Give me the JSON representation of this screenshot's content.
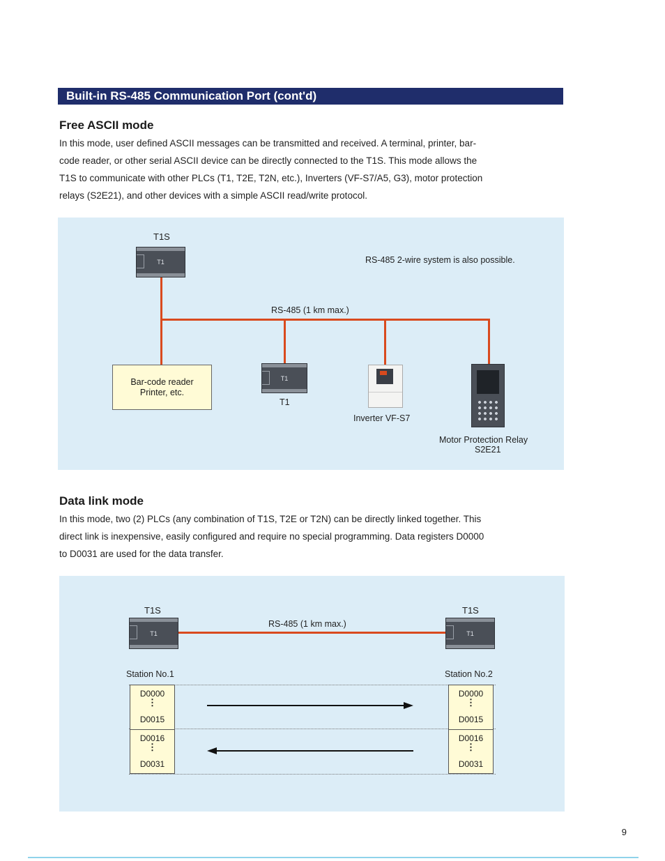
{
  "section_title": "Built-in RS-485 Communication Port (cont'd)",
  "free_ascii": {
    "heading": "Free ASCII mode",
    "lines": [
      "In this mode, user defined ASCII messages can be transmitted and received. A terminal, printer, bar-",
      "code reader, or other serial ASCII device can be directly connected to the T1S. This mode allows the",
      "T1S to communicate with other PLCs (T1, T2E, T2N, etc.), Inverters (VF-S7/A5, G3), motor protection",
      "relays (S2E21), and other devices with a simple ASCII read/write protocol."
    ],
    "diagram": {
      "t1s_label": "T1S",
      "plc_badge": "T1",
      "note": "RS-485 2-wire system is also possible.",
      "bus_label": "RS-485 (1 km max.)",
      "barcode_line1": "Bar-code reader",
      "barcode_line2": "Printer, etc.",
      "t1_label": "T1",
      "inverter_label": "Inverter VF-S7",
      "relay_line1": "Motor Protection Relay",
      "relay_line2": "S2E21"
    }
  },
  "data_link": {
    "heading": "Data link mode",
    "lines": [
      "In this mode, two (2) PLCs (any combination of T1S, T2E or T2N) can be directly linked together. This",
      "direct link is inexpensive, easily configured and require no special programming. Data registers D0000",
      "to D0031 are used for the data transfer."
    ],
    "diagram": {
      "left_label": "T1S",
      "right_label": "T1S",
      "plc_badge": "T1",
      "bus_label": "RS-485 (1 km max.)",
      "station1": "Station No.1",
      "station2": "Station No.2",
      "reg_a": "D0000",
      "reg_b": "D0015",
      "reg_c": "D0016",
      "reg_d": "D0031",
      "dots": "⋮"
    }
  },
  "page_number": "9"
}
